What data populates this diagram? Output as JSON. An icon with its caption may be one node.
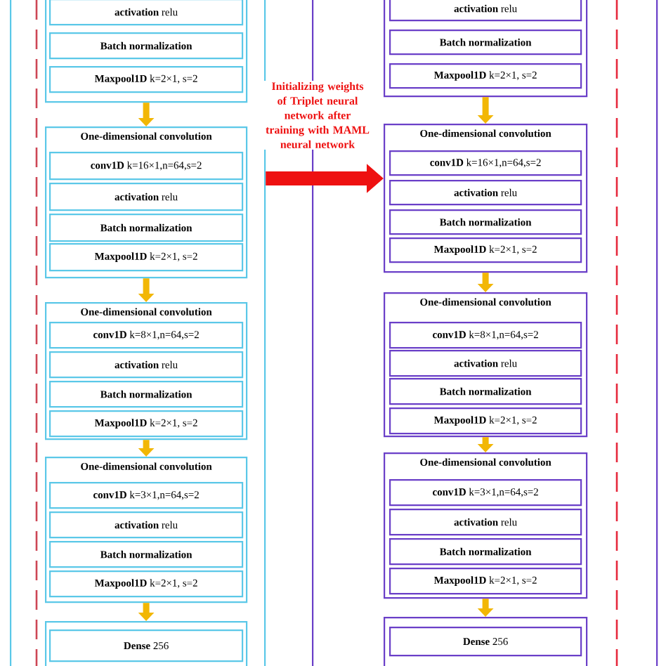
{
  "diagram": {
    "nodes": [
      {
        "text": [],
        "shape": "box"
      },
      {
        "text": [],
        "shape": "box",
        "in": 0
      },
      {
        "text": [
          "**activation** relu"
        ],
        "in": 1
      },
      {
        "text": [
          "Batch normalization"
        ],
        "in": 1
      },
      {
        "text": [
          "**Maxpool1D** k=2×1, s=2"
        ],
        "in": 1
      },
      {
        "text": [
          "One-dimensional convolution"
        ],
        "in": 0
      },
      {
        "text": [
          "**conv1D** k=16×1,n=64,s=2"
        ],
        "in": 5
      },
      {
        "text": [
          "**activation** relu"
        ],
        "in": 5
      },
      {
        "text": [
          "Batch normalization"
        ],
        "in": 5
      },
      {
        "text": [
          "**Maxpool1D** k=2×1, s=2"
        ],
        "in": 5
      },
      {
        "text": [
          "One-dimensional convolution"
        ],
        "in": 0
      },
      {
        "text": [
          "**conv1D** k=8×1,n=64,s=2"
        ],
        "in": 10
      },
      {
        "text": [
          "**activation** relu"
        ],
        "in": 10
      },
      {
        "text": [
          "Batch normalization"
        ],
        "in": 10
      },
      {
        "text": [
          "**Maxpool1D** k=2×1, s=2"
        ],
        "in": 10
      },
      {
        "text": [
          "One-dimensional convolution"
        ],
        "in": 0
      },
      {
        "text": [
          "**conv1D** k=3×1,n=64,s=2"
        ],
        "in": 15
      },
      {
        "text": [
          "**activation** relu"
        ],
        "in": 15
      },
      {
        "text": [
          "Batch normalization"
        ],
        "in": 15
      },
      {
        "text": [
          "**Maxpool1D** k=2×1, s=2"
        ],
        "in": 15
      },
      {
        "text": [],
        "shape": "box",
        "in": 0
      },
      {
        "text": [
          "**Dense** 256"
        ],
        "in": 20
      },
      {
        "text": [],
        "shape": "box"
      },
      {
        "text": [],
        "shape": "box",
        "in": 22
      },
      {
        "text": [
          "**activation** relu"
        ],
        "in": 23
      },
      {
        "text": [
          "Batch normalization"
        ],
        "in": 23
      },
      {
        "text": [
          "**Maxpool1D** k=2×1, s=2"
        ],
        "in": 23
      },
      {
        "text": [
          "One-dimensional convolution"
        ],
        "in": 22
      },
      {
        "text": [
          "**conv1D** k=16×1,n=64,s=2"
        ],
        "in": 27
      },
      {
        "text": [
          "**activation** relu"
        ],
        "in": 27
      },
      {
        "text": [
          "Batch normalization"
        ],
        "in": 27
      },
      {
        "text": [
          "**Maxpool1D** k=2×1, s=2"
        ],
        "in": 27
      },
      {
        "text": [
          "One-dimensional convolution"
        ],
        "in": 22
      },
      {
        "text": [
          "**conv1D** k=8×1,n=64,s=2"
        ],
        "in": 32
      },
      {
        "text": [
          "**activation** relu"
        ],
        "in": 32
      },
      {
        "text": [
          "Batch normalization"
        ],
        "in": 32
      },
      {
        "text": [
          "**Maxpool1D** k=2×1, s=2"
        ],
        "in": 32
      },
      {
        "text": [
          "One-dimensional convolution"
        ],
        "in": 22
      },
      {
        "text": [
          "**conv1D** k=3×1,n=64,s=2"
        ],
        "in": 37
      },
      {
        "text": [
          "**activation** relu"
        ],
        "in": 37
      },
      {
        "text": [
          "Batch normalization"
        ],
        "in": 37
      },
      {
        "text": [
          "**Maxpool1D** k=2×1, s=2"
        ],
        "in": 37
      },
      {
        "text": [],
        "shape": "box",
        "in": 22
      },
      {
        "text": [
          "**Dense** 256"
        ],
        "in": 42
      }
    ],
    "edges": [
      {
        "from": 1,
        "to": 5,
        "arrow": "to"
      },
      {
        "from": 5,
        "to": 10,
        "arrow": "to"
      },
      {
        "from": 10,
        "to": 15,
        "arrow": "to"
      },
      {
        "from": 15,
        "to": 20,
        "arrow": "to"
      },
      {
        "from": 23,
        "to": 27,
        "arrow": "to"
      },
      {
        "from": 27,
        "to": 32,
        "arrow": "to"
      },
      {
        "from": 32,
        "to": 37,
        "arrow": "to"
      },
      {
        "from": 37,
        "to": 42,
        "arrow": "to"
      },
      {
        "from": 0,
        "to": 27,
        "arrow": "to",
        "style": "thick",
        "color": "#ee1111",
        "label": "Initializing weights of Triplet neural network after training with MAML neural network"
      }
    ]
  }
}
